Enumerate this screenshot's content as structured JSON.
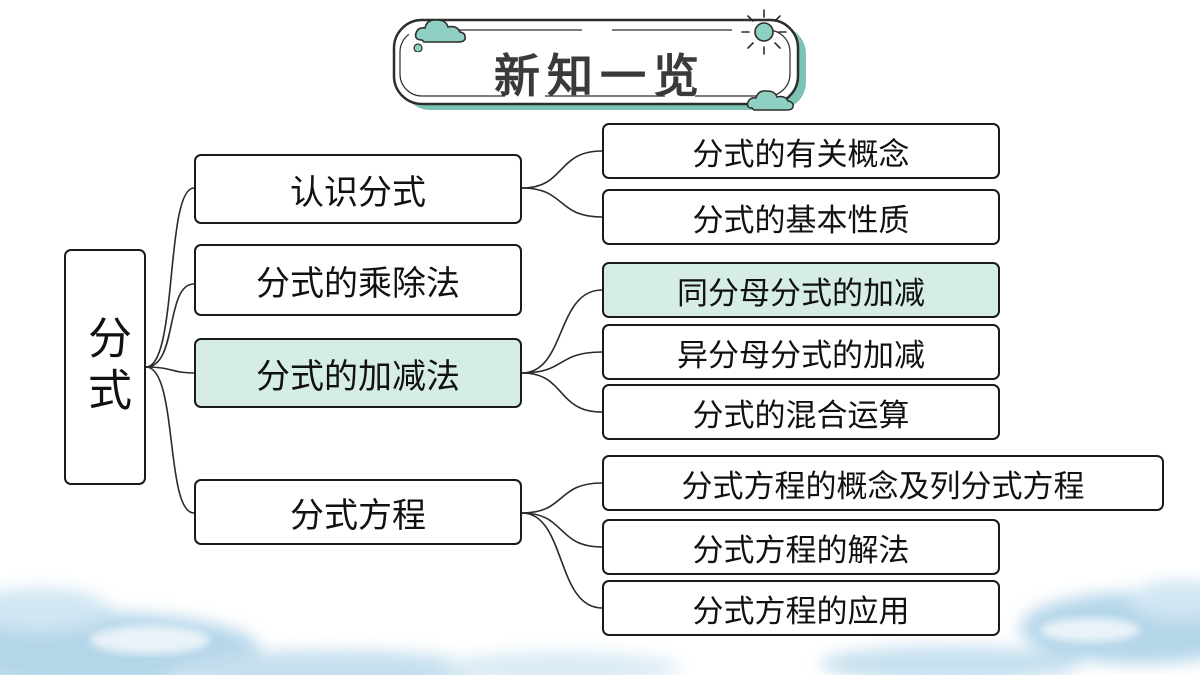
{
  "title": "新知一览",
  "root": {
    "label": "分式"
  },
  "branches": [
    {
      "label": "认识分式",
      "children": [
        "分式的有关概念",
        "分式的基本性质"
      ]
    },
    {
      "label": "分式的乘除法",
      "children": []
    },
    {
      "label": "分式的加减法",
      "children": [
        "同分母分式的加减",
        "异分母分式的加减",
        "分式的混合运算"
      ]
    },
    {
      "label": "分式方程",
      "children": [
        "分式方程的概念及列分式方程",
        "分式方程的解法",
        "分式方程的应用"
      ]
    }
  ],
  "colors": {
    "highlight": "#d5ece7",
    "border": "#1a1a1a",
    "title_shadow": "#7dc3b5",
    "cloud": "#a8cfe6"
  },
  "icons": [
    "cloud-icon",
    "sun-icon"
  ]
}
